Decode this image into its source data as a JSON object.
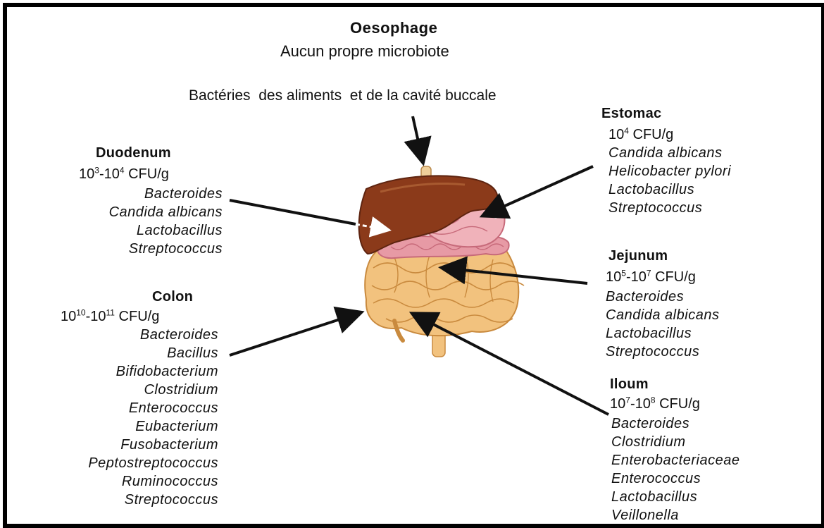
{
  "oesophage": {
    "title": "Oesophage",
    "subtitle": "Aucun propre microbiote",
    "note": "Bactéries  des aliments  et de la cavité buccale"
  },
  "duodenum": {
    "title": "Duodenum",
    "count_base_a": "10",
    "count_exp_a": "3",
    "count_mid": "-10",
    "count_exp_b": "4",
    "count_unit": " CFU/g",
    "species": [
      "Bacteroides",
      "Candida albicans",
      "Lactobacillus",
      "Streptococcus"
    ]
  },
  "estomac": {
    "title": "Estomac",
    "count_base": "10",
    "count_exp": "4",
    "count_unit": " CFU/g",
    "species": [
      "Candida albicans",
      "Helicobacter pylori",
      "Lactobacillus",
      "Streptococcus"
    ]
  },
  "jejunum": {
    "title": "Jejunum",
    "count_base_a": "10",
    "count_exp_a": "5",
    "count_mid": "-10",
    "count_exp_b": "7",
    "count_unit": " CFU/g",
    "species": [
      "Bacteroides",
      "Candida albicans",
      "Lactobacillus",
      "Streptococcus"
    ]
  },
  "colon": {
    "title": "Colon",
    "count_base_a": "10",
    "count_exp_a": "10",
    "count_mid": "-10",
    "count_exp_b": "11",
    "count_unit": " CFU/g",
    "species": [
      "Bacteroides",
      "Bacillus",
      "Bifidobacterium",
      "Clostridium",
      "Enterococcus",
      "Eubacterium",
      "Fusobacterium",
      "Peptostreptococcus",
      "Ruminococcus",
      "Streptococcus"
    ]
  },
  "ileum": {
    "title": "Iloum",
    "count_base_a": "10",
    "count_exp_a": "7",
    "count_mid": "-10",
    "count_exp_b": "8",
    "count_unit": " CFU/g",
    "species": [
      "Bacteroides",
      "Clostridium",
      "Enterobacteriaceae",
      "Enterococcus",
      "Lactobacillus",
      "Veillonella"
    ]
  },
  "colors": {
    "liver": "#8B3A1A",
    "liver_light": "#A85A30",
    "stomach": "#E8A0A8",
    "stomach_dark": "#C76A7A",
    "intestine": "#F2C27E",
    "intestine_line": "#C98A3E",
    "esophagus": "#EFCF9A",
    "arrow": "#111111"
  }
}
